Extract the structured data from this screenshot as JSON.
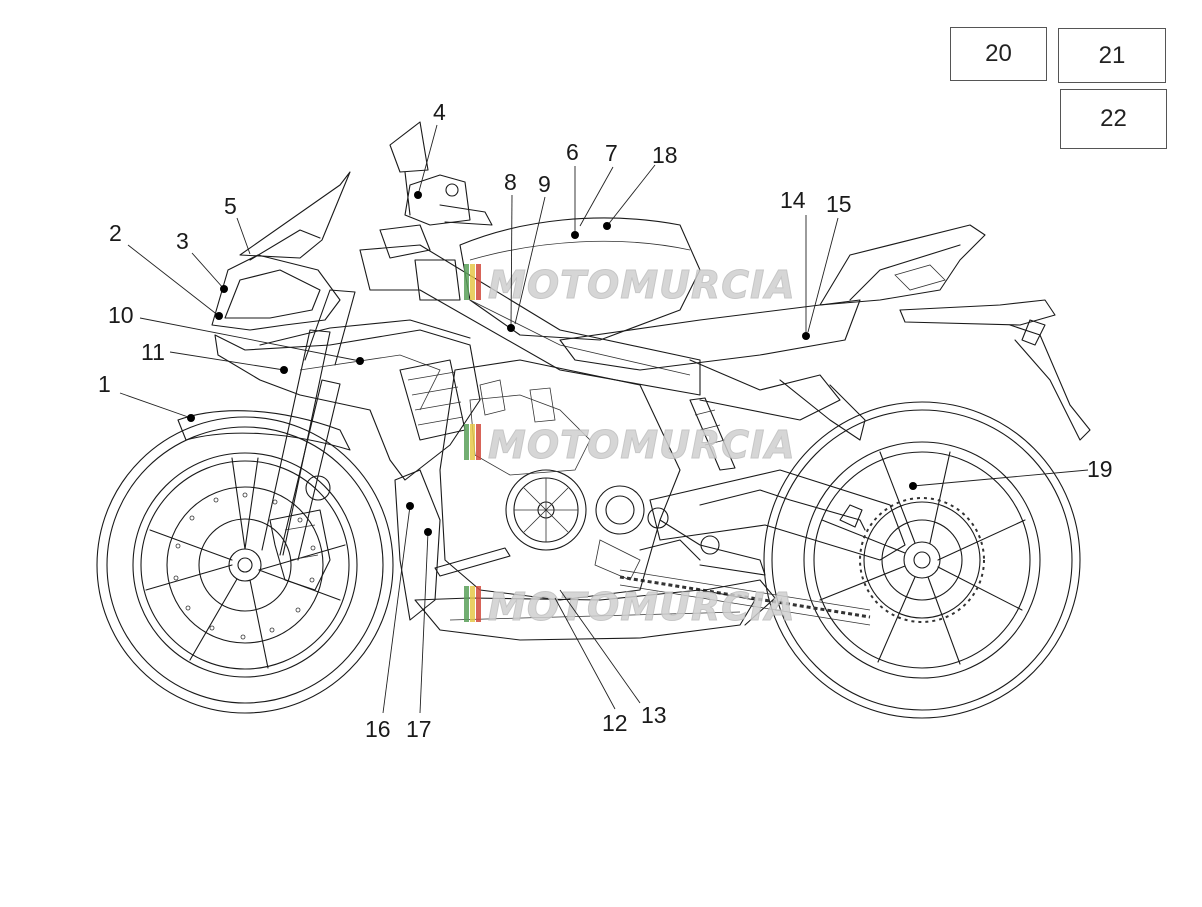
{
  "diagram": {
    "callouts": [
      {
        "id": "c1",
        "label": "1"
      },
      {
        "id": "c2",
        "label": "2"
      },
      {
        "id": "c3",
        "label": "3"
      },
      {
        "id": "c4",
        "label": "4"
      },
      {
        "id": "c5",
        "label": "5"
      },
      {
        "id": "c6",
        "label": "6"
      },
      {
        "id": "c7",
        "label": "7"
      },
      {
        "id": "c8",
        "label": "8"
      },
      {
        "id": "c9",
        "label": "9"
      },
      {
        "id": "c10",
        "label": "10"
      },
      {
        "id": "c11",
        "label": "11"
      },
      {
        "id": "c12",
        "label": "12"
      },
      {
        "id": "c13",
        "label": "13"
      },
      {
        "id": "c14",
        "label": "14"
      },
      {
        "id": "c15",
        "label": "15"
      },
      {
        "id": "c16",
        "label": "16"
      },
      {
        "id": "c17",
        "label": "17"
      },
      {
        "id": "c18",
        "label": "18"
      },
      {
        "id": "c19",
        "label": "19"
      }
    ],
    "boxes": [
      {
        "id": "b20",
        "label": "20"
      },
      {
        "id": "b21",
        "label": "21"
      },
      {
        "id": "b22",
        "label": "22"
      }
    ],
    "watermark": "MOTOMURCIA",
    "colors": {
      "line": "#1a1a1a",
      "watermark_gray": "#d0d0d0",
      "flag_green": "#5aa05a",
      "flag_yellow": "#e6c84a",
      "flag_red": "#d24a3c"
    }
  }
}
